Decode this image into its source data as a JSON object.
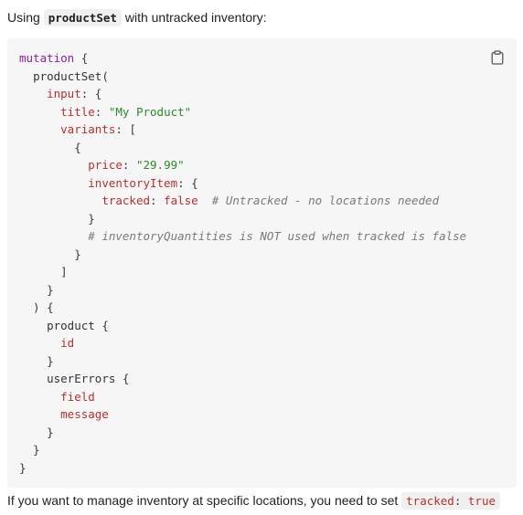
{
  "intro": {
    "prefix": "Using ",
    "code": "productSet",
    "suffix": " with untracked inventory:"
  },
  "code_block": {
    "copy_icon": "clipboard-icon",
    "lines": [
      [
        {
          "t": "kw",
          "v": "mutation"
        },
        {
          "t": "p",
          "v": " {"
        }
      ],
      [
        {
          "t": "p",
          "v": "  "
        },
        {
          "t": "fn",
          "v": "productSet"
        },
        {
          "t": "p",
          "v": "("
        }
      ],
      [
        {
          "t": "p",
          "v": "    "
        },
        {
          "t": "attr",
          "v": "input"
        },
        {
          "t": "p",
          "v": ": {"
        }
      ],
      [
        {
          "t": "p",
          "v": "      "
        },
        {
          "t": "attr",
          "v": "title"
        },
        {
          "t": "p",
          "v": ": "
        },
        {
          "t": "str",
          "v": "\"My Product\""
        }
      ],
      [
        {
          "t": "p",
          "v": "      "
        },
        {
          "t": "attr",
          "v": "variants"
        },
        {
          "t": "p",
          "v": ": ["
        }
      ],
      [
        {
          "t": "p",
          "v": "        {"
        }
      ],
      [
        {
          "t": "p",
          "v": "          "
        },
        {
          "t": "attr",
          "v": "price"
        },
        {
          "t": "p",
          "v": ": "
        },
        {
          "t": "str",
          "v": "\"29.99\""
        }
      ],
      [
        {
          "t": "p",
          "v": "          "
        },
        {
          "t": "attr",
          "v": "inventoryItem"
        },
        {
          "t": "p",
          "v": ": {"
        }
      ],
      [
        {
          "t": "p",
          "v": "            "
        },
        {
          "t": "attr",
          "v": "tracked"
        },
        {
          "t": "p",
          "v": ": "
        },
        {
          "t": "bool",
          "v": "false"
        },
        {
          "t": "p",
          "v": "  "
        },
        {
          "t": "cm",
          "v": "# Untracked - no locations needed"
        }
      ],
      [
        {
          "t": "p",
          "v": "          }"
        }
      ],
      [
        {
          "t": "p",
          "v": "          "
        },
        {
          "t": "cm",
          "v": "# inventoryQuantities is NOT used when tracked is false"
        }
      ],
      [
        {
          "t": "p",
          "v": "        }"
        }
      ],
      [
        {
          "t": "p",
          "v": "      ]"
        }
      ],
      [
        {
          "t": "p",
          "v": "    }"
        }
      ],
      [
        {
          "t": "p",
          "v": "  ) {"
        }
      ],
      [
        {
          "t": "p",
          "v": "    "
        },
        {
          "t": "fn",
          "v": "product"
        },
        {
          "t": "p",
          "v": " {"
        }
      ],
      [
        {
          "t": "p",
          "v": "      "
        },
        {
          "t": "attr",
          "v": "id"
        }
      ],
      [
        {
          "t": "p",
          "v": "    }"
        }
      ],
      [
        {
          "t": "p",
          "v": "    "
        },
        {
          "t": "fn",
          "v": "userErrors"
        },
        {
          "t": "p",
          "v": " {"
        }
      ],
      [
        {
          "t": "p",
          "v": "      "
        },
        {
          "t": "attr",
          "v": "field"
        }
      ],
      [
        {
          "t": "p",
          "v": "      "
        },
        {
          "t": "attr",
          "v": "message"
        }
      ],
      [
        {
          "t": "p",
          "v": "    }"
        }
      ],
      [
        {
          "t": "p",
          "v": "  }"
        }
      ],
      [
        {
          "t": "p",
          "v": "}"
        }
      ]
    ]
  },
  "outro": {
    "text": "If you want to manage inventory at specific locations, you need to set ",
    "code_key": "tracked",
    "code_sep": ": ",
    "code_val": "true"
  }
}
